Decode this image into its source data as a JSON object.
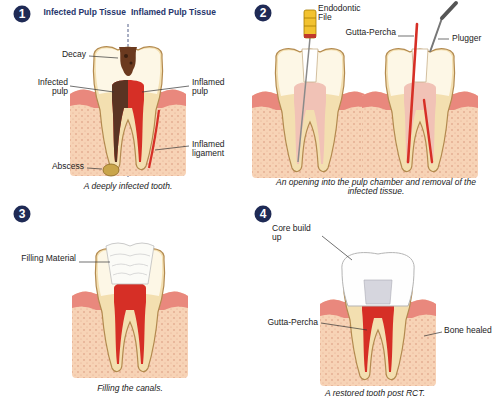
{
  "diagram": {
    "nodes": [
      {
        "text": [
          "1"
        ]
      },
      {
        "text": [
          "2"
        ]
      },
      {
        "text": [
          "3"
        ]
      },
      {
        "text": [
          "4"
        ]
      }
    ],
    "labels": [
      "Infected Pulp Tissue",
      "Inflamed Pulp Tissue",
      "Decay",
      "Infected pulp",
      "Inflamed pulp",
      "Abscess",
      "Inflamed ligament",
      "A deeply infected tooth.",
      "Endodontic File",
      "Gutta-Percha",
      "Plugger",
      "An opening into the pulp chamber and removal of the infected tissue.",
      "Filling Material",
      "Filling the canals.",
      "Core build up",
      "Gutta-Percha",
      "Bone healed",
      "A restored tooth post RCT."
    ]
  }
}
